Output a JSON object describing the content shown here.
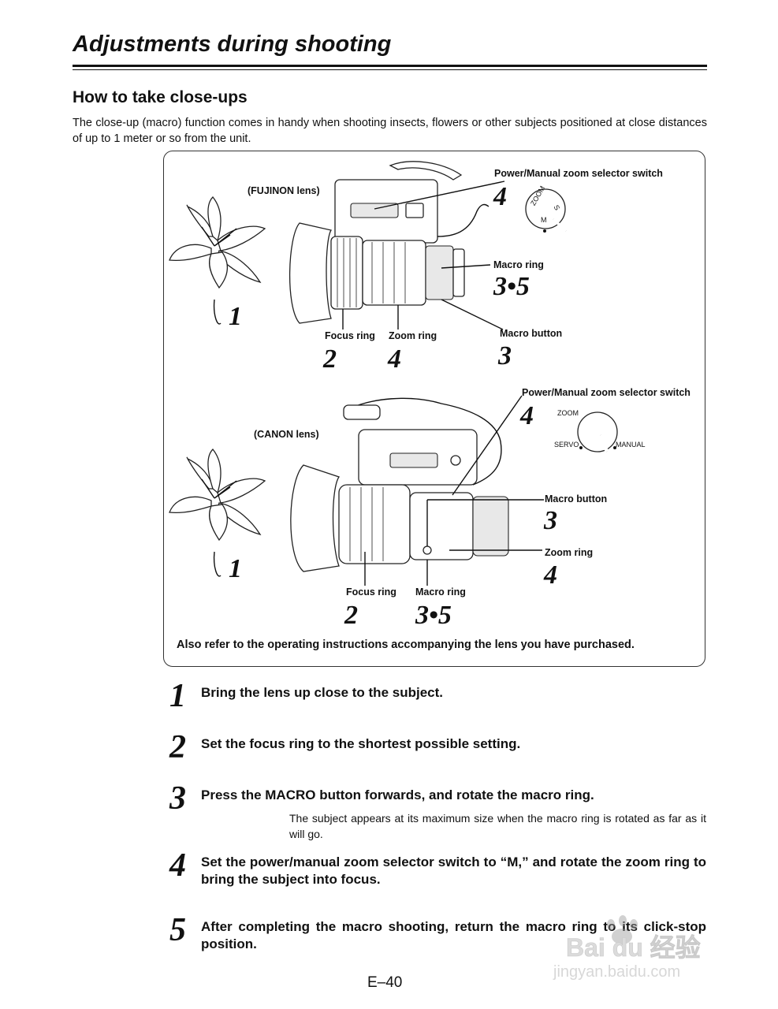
{
  "header": {
    "title": "Adjustments during shooting"
  },
  "section": {
    "heading": "How to take close-ups",
    "intro": "The close-up (macro) function comes in handy when shooting insects, flowers or other subjects positioned at close distances of up to 1 meter or so from the unit."
  },
  "figure": {
    "fujinon": {
      "lens_label": "(FUJINON lens)",
      "selector_label": "Power/Manual zoom selector switch",
      "selector_step": "4",
      "dial_zoom": "ZOOM",
      "dial_s": "S",
      "dial_m": "M",
      "macro_ring_label": "Macro ring",
      "macro_ring_step": "3•5",
      "focus_ring_label": "Focus ring",
      "focus_ring_step": "2",
      "zoom_ring_label": "Zoom ring",
      "zoom_ring_step": "4",
      "macro_button_label": "Macro button",
      "macro_button_step": "3",
      "subject_step": "1"
    },
    "canon": {
      "lens_label": "(CANON lens)",
      "selector_label": "Power/Manual zoom selector switch",
      "selector_step": "4",
      "dial_zoom": "ZOOM",
      "dial_servo": "SERVO",
      "dial_manual": "MANUAL",
      "macro_button_label": "Macro button",
      "macro_button_step": "3",
      "zoom_ring_label": "Zoom ring",
      "zoom_ring_step": "4",
      "focus_ring_label": "Focus ring",
      "focus_ring_step": "2",
      "macro_ring_label": "Macro ring",
      "macro_ring_step": "3•5",
      "subject_step": "1"
    },
    "note": "Also refer to the operating instructions accompanying the lens you have purchased."
  },
  "steps": [
    {
      "number": "1",
      "text": "Bring the lens up close to the subject."
    },
    {
      "number": "2",
      "text": "Set the focus ring to the shortest possible setting."
    },
    {
      "number": "3",
      "text": "Press the MACRO button forwards, and rotate the macro ring.",
      "note": "The subject appears at its maximum size when the macro ring is rotated as far as it will go."
    },
    {
      "number": "4",
      "text": "Set the power/manual zoom selector switch to “M,” and rotate the zoom ring to bring the subject into focus."
    },
    {
      "number": "5",
      "text": "After completing the macro shooting, return the macro ring to its click-stop position."
    }
  ],
  "footer": {
    "page_number": "E–40"
  },
  "watermark": {
    "brand": "Bai du 经验",
    "url": "jingyan.baidu.com"
  }
}
